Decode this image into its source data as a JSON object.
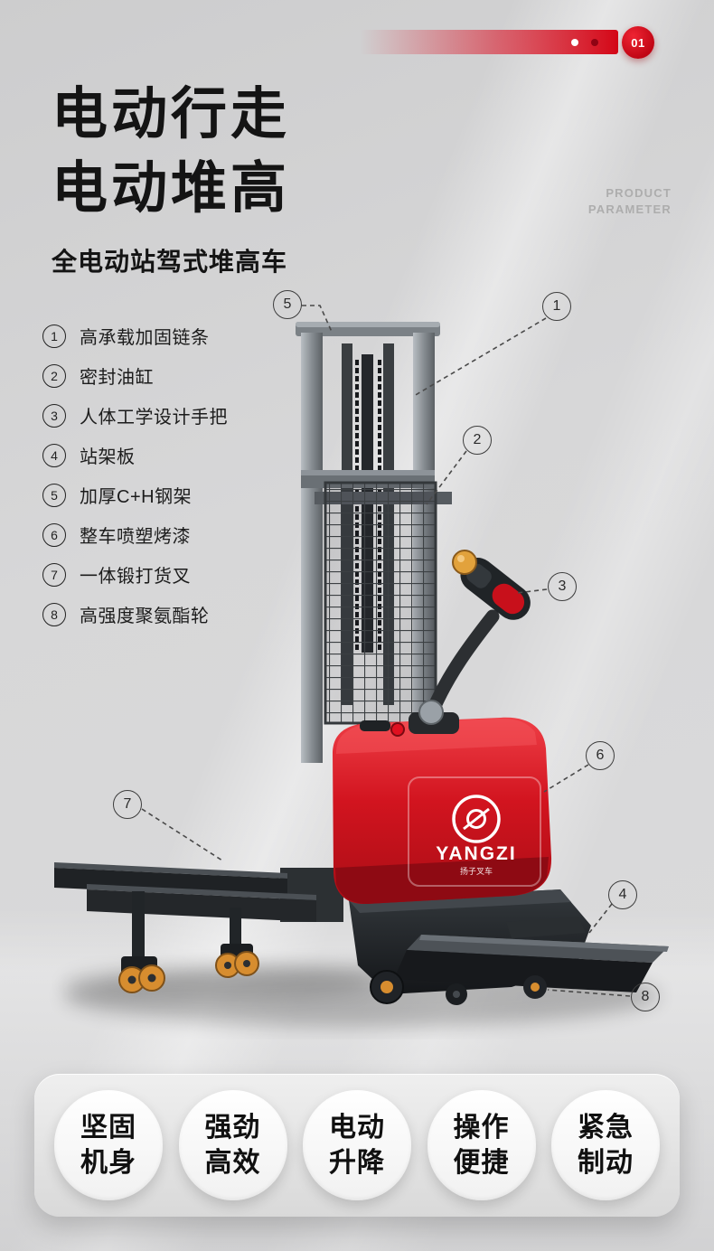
{
  "header": {
    "badge": "01",
    "title_line1": "电动行走",
    "title_line2": "电动堆高",
    "watermark_line1": "PRODUCT",
    "watermark_line2": "PARAMETER",
    "subtitle": "全电动站驾式堆高车"
  },
  "features": [
    {
      "num": "1",
      "label": "高承载加固链条"
    },
    {
      "num": "2",
      "label": "密封油缸"
    },
    {
      "num": "3",
      "label": "人体工学设计手把"
    },
    {
      "num": "4",
      "label": "站架板"
    },
    {
      "num": "5",
      "label": "加厚C+H钢架"
    },
    {
      "num": "6",
      "label": "整车喷塑烤漆"
    },
    {
      "num": "7",
      "label": "一体锻打货叉"
    },
    {
      "num": "8",
      "label": "高强度聚氨酯轮"
    }
  ],
  "callout_nums": [
    "1",
    "2",
    "3",
    "4",
    "5",
    "6",
    "7",
    "8"
  ],
  "brand": {
    "name": "YANGZI",
    "sub": "扬子叉车"
  },
  "pills": [
    {
      "line1": "坚固",
      "line2": "机身"
    },
    {
      "line1": "强劲",
      "line2": "高效"
    },
    {
      "line1": "电动",
      "line2": "升降"
    },
    {
      "line1": "操作",
      "line2": "便捷"
    },
    {
      "line1": "紧急",
      "line2": "制动"
    }
  ],
  "colors": {
    "accent_red": "#d40717",
    "body_red": "#d2141f",
    "wheel_orange": "#d78d2f",
    "background": "#d4d4d5"
  }
}
